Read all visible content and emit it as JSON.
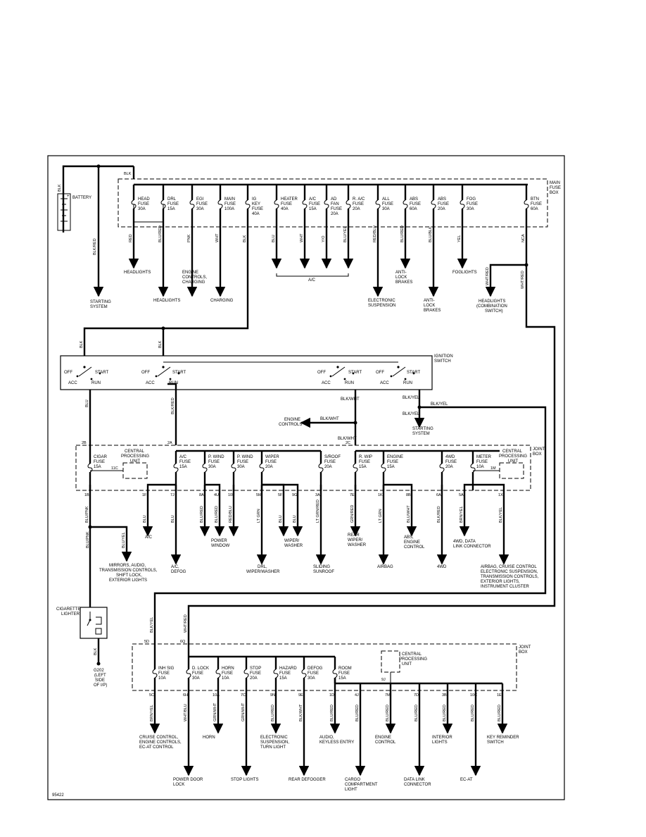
{
  "figure_id": "95422",
  "battery": {
    "label": "BATTERY",
    "wire": "BLK",
    "plus": "+"
  },
  "main_fuse_box": {
    "title": [
      "MAIN",
      "FUSE",
      "BOX"
    ],
    "feed_wire": "BLK",
    "fuses": [
      {
        "name": [
          "HEAD",
          "FUSE",
          "30A"
        ],
        "wire": "RED",
        "load": [
          "HEADLIGHTS"
        ]
      },
      {
        "name": [
          "DRL",
          "FUSE",
          "15A"
        ],
        "wire": "BLU/RED",
        "load": [
          "HEADLIGHTS"
        ]
      },
      {
        "name": [
          "EGI",
          "FUSE",
          "30A"
        ],
        "wire": "PNK",
        "load": [
          "ENGINE",
          "CONTROLS,",
          "CHARGING"
        ]
      },
      {
        "name": [
          "MAIN",
          "FUSE",
          "100A"
        ],
        "wire": "WHT",
        "load": [
          "CHARGING"
        ]
      },
      {
        "name": [
          "IG",
          "KEY",
          "FUSE",
          "40A"
        ],
        "wire": "BLK",
        "load": []
      },
      {
        "name": [
          "HEATER",
          "FUSE",
          "40A"
        ],
        "wire": "BLU",
        "load": []
      },
      {
        "name": [
          "A/C",
          "FUSE",
          "15A"
        ],
        "wire": "WHT",
        "load": []
      },
      {
        "name": [
          "AD",
          "FAN",
          "FUSE",
          "20A"
        ],
        "wire": "Y/O",
        "load": []
      },
      {
        "name": [
          "R. A/C",
          "FUSE",
          "20A"
        ],
        "wire": "BLU/YEL",
        "load": []
      },
      {
        "name": [
          "ALL",
          "FUSE",
          "30A"
        ],
        "wire": "RED/BLU",
        "load": [
          "ELECTRONIC",
          "SUSPENSION"
        ]
      },
      {
        "name": [
          "ABS",
          "FUSE",
          "60A"
        ],
        "wire": "BLU/RED",
        "load": [
          "ANTI-",
          "LOCK",
          "BRAKES"
        ]
      },
      {
        "name": [
          "ABS",
          "FUSE",
          "20A"
        ],
        "wire": "BLU/BLK",
        "load": [
          "ANTI-",
          "LOCK",
          "BRAKES"
        ]
      },
      {
        "name": [
          "FOG",
          "FUSE",
          "30A"
        ],
        "wire": "YEL",
        "load": [
          "FOGLIGHTS"
        ]
      },
      {
        "name": [
          "BTN",
          "FUSE",
          "60A"
        ],
        "wire": "NCA",
        "load": []
      }
    ],
    "ac_group_label": "A/C",
    "starting_system": {
      "wire": "BLK/RED",
      "label": [
        "STARTING",
        "SYSTEM"
      ]
    },
    "btn_branch": {
      "wire_a": "WHT/RED",
      "wire_b": "WHT/RED",
      "label": [
        "HEADLIGHTS",
        "(COMBINATION",
        "SWITCH)"
      ]
    }
  },
  "ignition_switch": {
    "title": [
      "IGNITION",
      "SWITCH"
    ],
    "feed_wire_a": "BLK",
    "feed_wire_b": "BLK",
    "positions": {
      "off": "OFF",
      "acc": "ACC",
      "run": "RUN",
      "start": "START"
    },
    "outputs": [
      {
        "wire": "BLU"
      },
      {
        "wire": "BLK/RED"
      },
      {
        "wire": "BLK/WHT"
      },
      {
        "wire": "BLK/YEL"
      }
    ]
  },
  "engine_controls_branch": {
    "wire": "BLK/WHT",
    "label": [
      "ENGINE",
      "CONTROLS"
    ]
  },
  "starting_branch": {
    "wire": "BLK/YEL",
    "label": [
      "STARTING",
      "SYSTEM"
    ]
  },
  "blk_yel_bus": "BLK/YEL",
  "joint_box_1": {
    "title": [
      "JOINT",
      "BOX"
    ],
    "pins_in": [
      "2B",
      "2A",
      "2C"
    ],
    "cpu_label": [
      "CENTRAL",
      "PROCESSING",
      "UNIT"
    ],
    "cpu_pin_left": "11C",
    "cpu_pin_right": "1M",
    "fuses": [
      {
        "name": [
          "CIGAR",
          "FUSE",
          "15A"
        ]
      },
      {
        "name": [
          "A/C",
          "FUSE",
          "15A"
        ]
      },
      {
        "name": [
          "P. WIND",
          "FUSE",
          "30A"
        ]
      },
      {
        "name": [
          "P. WIND",
          "FUSE",
          "30A"
        ]
      },
      {
        "name": [
          "WIPER",
          "FUSE",
          "20A"
        ]
      },
      {
        "name": [
          "S/ROOF",
          "FUSE",
          "20A"
        ]
      },
      {
        "name": [
          "R. WIP",
          "FUSE",
          "15A"
        ]
      },
      {
        "name": [
          "ENGINE",
          "FUSE",
          "15A"
        ]
      },
      {
        "name": [
          "4WD",
          "FUSE",
          "20A"
        ]
      },
      {
        "name": [
          "METER",
          "FUSE",
          "10A"
        ]
      }
    ],
    "outputs": [
      {
        "pin": "1B",
        "wire": "BLU/PNK"
      },
      {
        "pin": "1F",
        "wire": "BLU"
      },
      {
        "pin": "7J",
        "wire": "BLU"
      },
      {
        "pin": "8A",
        "wire": "BLU/RED"
      },
      {
        "pin": "4U",
        "wire": "BLU/RED"
      },
      {
        "pin": "10F",
        "wire": "RED/BLU"
      },
      {
        "pin": "5M",
        "wire": "LT GRN"
      },
      {
        "pin": "5F",
        "wire": "BLU"
      },
      {
        "pin": "9G",
        "wire": "BLU"
      },
      {
        "pin": "3A",
        "wire": "LT GRN/RED"
      },
      {
        "pin": "7E",
        "wire": "GRN/RED"
      },
      {
        "pin": "1K",
        "wire": "LT GRN"
      },
      {
        "pin": "8B",
        "wire": "BLU/WHT"
      },
      {
        "pin": "6A",
        "wire": "BLK/RED"
      },
      {
        "pin": "5A",
        "wire": "BRN/YEL"
      },
      {
        "pin": "1X",
        "wire": "BLK/YEL"
      }
    ],
    "loads": {
      "cigar_split": {
        "wire_a": "BLU/PNK",
        "wire_b": "BLU/YEL"
      },
      "mirrors": [
        "MIRRORS, AUDIO,",
        "TRANSMISSION CONTROLS,",
        "SHIFT LOCK,",
        "EXTERIOR LIGHTS"
      ],
      "ac_small": "A/C",
      "ac_defog": [
        "A/C,",
        "DEFOG"
      ],
      "power_window": [
        "POWER",
        "WINDOW"
      ],
      "drl_wiper": [
        "DRL,",
        "WIPER/WASHER"
      ],
      "wiper_washer": [
        "WIPER/",
        "WASHER"
      ],
      "sliding_sunroof": [
        "SLIDING",
        "SUNROOF"
      ],
      "rear_wiper": [
        "REAR",
        "WIPER/",
        "WASHER"
      ],
      "airbag": "AIRBAG",
      "abs_engine": [
        "ABS,",
        "ENGINE",
        "CONTROL"
      ],
      "fourwd": "4WD",
      "fourwd_data": [
        "4WD, DATA",
        "LINK CONNECTOR"
      ],
      "airbag_cruise": [
        "AIRBAG, CRUISE CONTROL",
        "ELECTRONIC SUSPENSION,",
        "TRANSMISSION CONTROLS,",
        "EXTERIOR LIGHTS,",
        "INSTRUMENT CLUSTER"
      ]
    }
  },
  "cigarette_lighter": {
    "label": [
      "CIGARETTE",
      "LIGHTER"
    ],
    "wire_in": "BLU/PNK",
    "wire_out": "BLK",
    "ground": [
      "G202",
      "(LEFT",
      "SIDE",
      "OF I/P)"
    ]
  },
  "joint_box_2": {
    "title": [
      "JOINT",
      "BOX"
    ],
    "pins_in": [
      "5D",
      "6Q"
    ],
    "wires_in": [
      "BLK/YEL",
      "WHT/RED"
    ],
    "cpu_label": [
      "CENTRAL",
      "PROCESSING",
      "UNIT"
    ],
    "cpu_pin": "9J",
    "fuses": [
      {
        "name": [
          "INH SIG",
          "FUSE",
          "10A"
        ]
      },
      {
        "name": [
          "D. LOCK",
          "FUSE",
          "30A"
        ]
      },
      {
        "name": [
          "HORN",
          "FUSE",
          "10A"
        ]
      },
      {
        "name": [
          "STOP",
          "FUSE",
          "20A"
        ]
      },
      {
        "name": [
          "HAZARD",
          "FUSE",
          "15A"
        ]
      },
      {
        "name": [
          "DEFOG",
          "FUSE",
          "30A"
        ]
      },
      {
        "name": [
          "ROOM",
          "FUSE",
          "15A"
        ]
      }
    ],
    "outputs": [
      {
        "pin": "5C",
        "wire": "BRN/YEL",
        "load": [
          "CRUISE CONTROL,",
          "ENGINE CONTROLS,",
          "EC-AT CONTROL"
        ]
      },
      {
        "pin": "6H",
        "wire": "WHT/BLU",
        "load": [
          "POWER DOOR",
          "LOCK"
        ]
      },
      {
        "pin": "10A",
        "wire": "GRN/WHT",
        "load": [
          "HORN"
        ]
      },
      {
        "pin": "7C",
        "wire": "GRN/WHT",
        "load": [
          "STOP LIGHTS"
        ]
      },
      {
        "pin": "9N",
        "wire": "BLU/RED",
        "load": [
          "ELECTRONIC",
          "SUSPENSION,",
          "TURN LIGHT"
        ]
      },
      {
        "pin": "9E",
        "wire": "BLK/WHT",
        "load": [
          "REAR DEFOGGER"
        ]
      },
      {
        "pin": "1D",
        "wire": "BLU/RED",
        "load": [
          "AUDIO,",
          "KEYLESS ENTRY"
        ]
      },
      {
        "pin": "4J",
        "wire": "BLU/RED",
        "load": [
          "CARGO",
          "COMPARTMENT",
          "LIGHT"
        ]
      },
      {
        "pin": "7M",
        "wire": "BLU/RED",
        "load": [
          "ENGINE",
          "CONTROL"
        ]
      },
      {
        "pin": "7D",
        "wire": "BLU/RED",
        "load": [
          "DATA LINK",
          "CONNECTOR"
        ]
      },
      {
        "pin": "3B",
        "wire": "BLU/RED",
        "load": [
          "INTERIOR",
          "LIGHTS"
        ]
      },
      {
        "pin": "10C",
        "wire": "BLU/RED",
        "load": [
          "EC-AT"
        ]
      },
      {
        "pin": "1E",
        "wire": "BLU/RED",
        "load": [
          "KEY REMINDER",
          "SWITCH"
        ]
      }
    ]
  }
}
